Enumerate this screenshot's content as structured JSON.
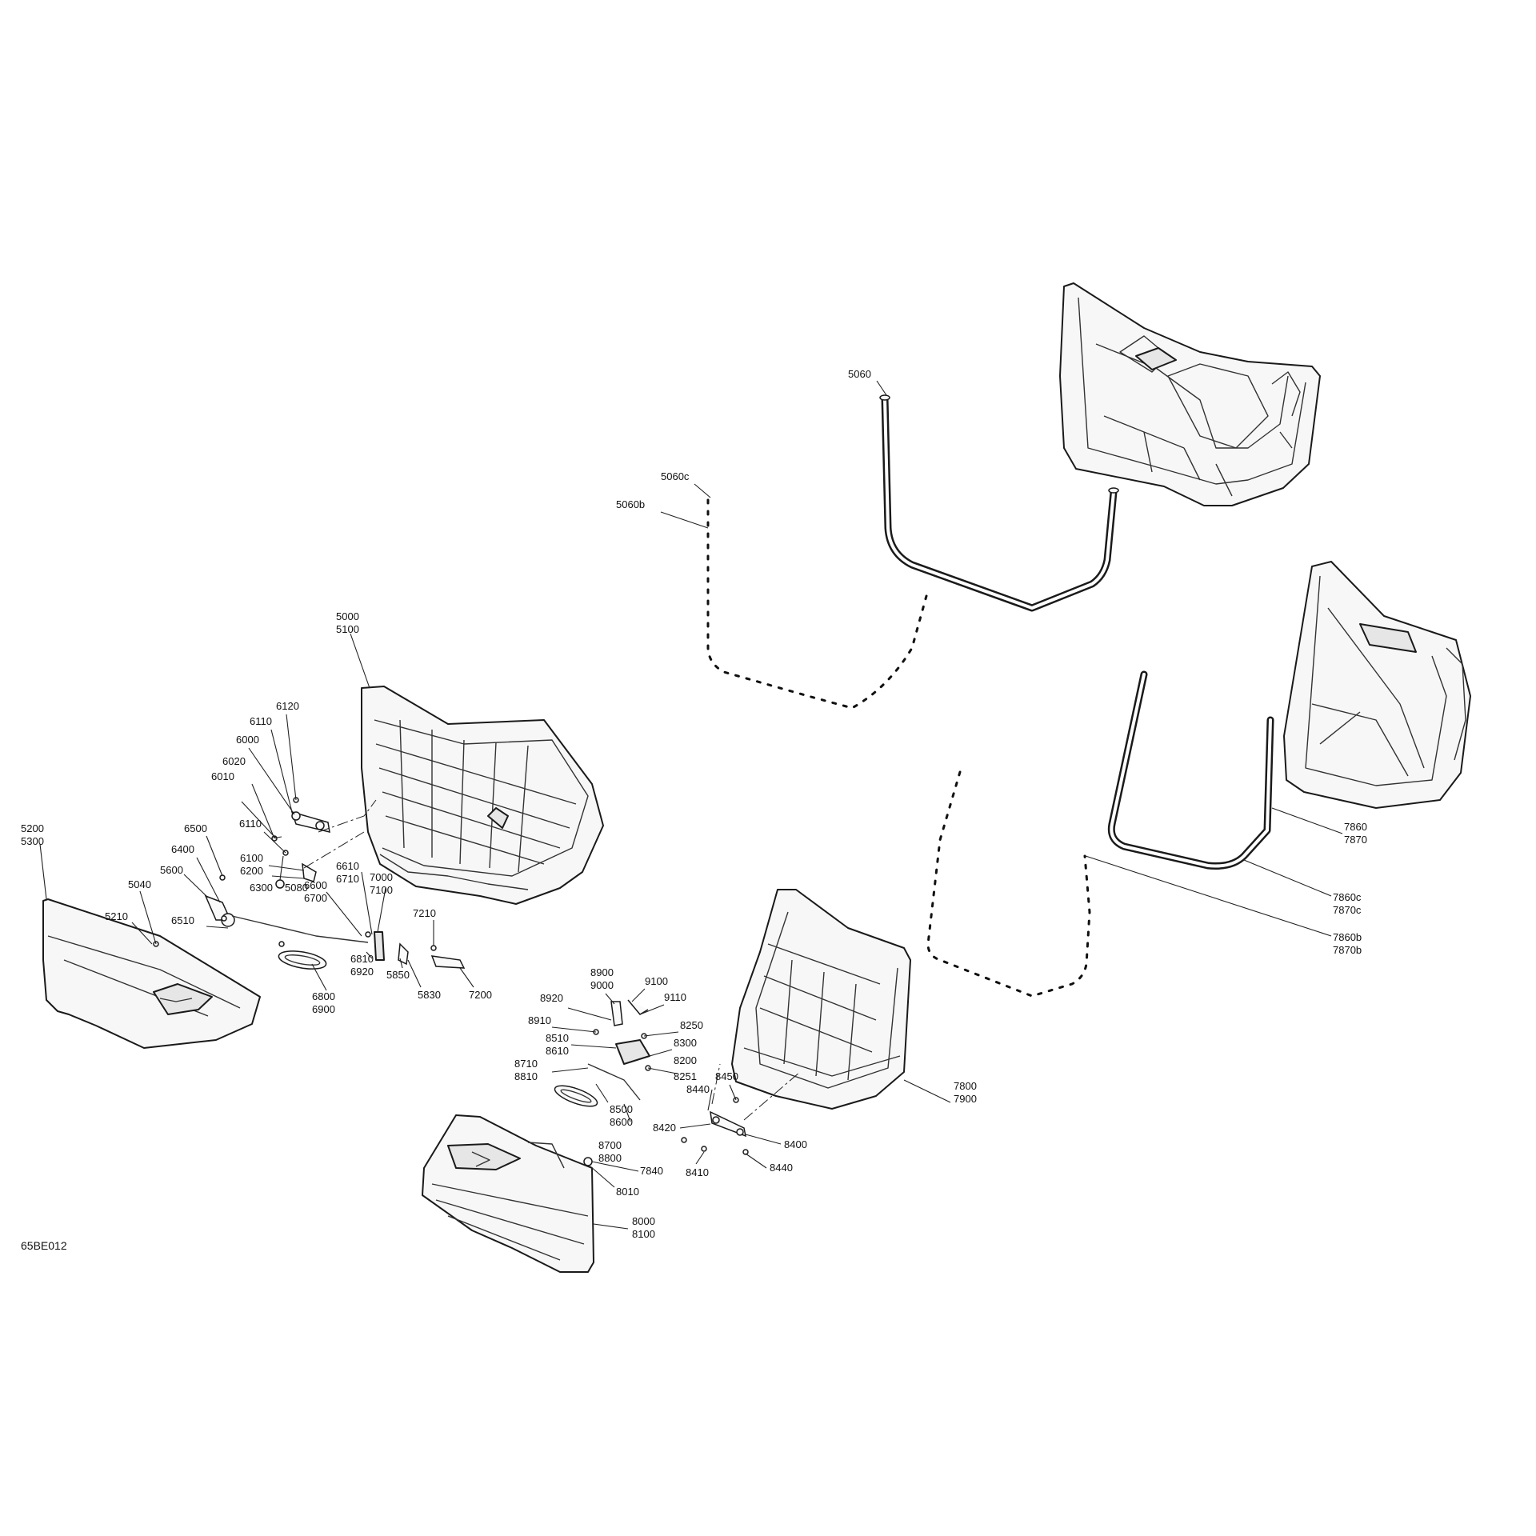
{
  "diagram_code": "65BE012",
  "callouts": {
    "c5060": "5060",
    "c5060c": "5060c",
    "c5060b": "5060b",
    "c5000": "5000",
    "c5100": "5100",
    "c6120": "6120",
    "c6110a": "6110",
    "c6000": "6000",
    "c6020": "6020",
    "c6010": "6010",
    "c6110b": "6110",
    "c6100": "6100",
    "c6200": "6200",
    "c6300": "6300",
    "c5080": "5080",
    "c6500": "6500",
    "c6400": "6400",
    "c5600": "5600",
    "c5200": "5200",
    "c5300": "5300",
    "c5040": "5040",
    "c5210": "5210",
    "c6510": "6510",
    "c6610": "6610",
    "c6710": "6710",
    "c6600": "6600",
    "c6700": "6700",
    "c7000": "7000",
    "c7100": "7100",
    "c7210": "7210",
    "c6810": "6810",
    "c6920": "6920",
    "c5850": "5850",
    "c5830": "5830",
    "c7200": "7200",
    "c6800": "6800",
    "c6900": "6900",
    "c7860": "7860",
    "c7870": "7870",
    "c7860c": "7860c",
    "c7870c": "7870c",
    "c7860b": "7860b",
    "c7870b": "7870b",
    "c7800": "7800",
    "c7900": "7900",
    "c8900": "8900",
    "c9000": "9000",
    "c9100": "9100",
    "c8920": "8920",
    "c9110": "9110",
    "c8910": "8910",
    "c8250": "8250",
    "c8300": "8300",
    "c8510": "8510",
    "c8610": "8610",
    "c8200": "8200",
    "c8710": "8710",
    "c8810": "8810",
    "c8251": "8251",
    "c8450": "8450",
    "c8440a": "8440",
    "c8500": "8500",
    "c8600": "8600",
    "c8700": "8700",
    "c8800": "8800",
    "c8420": "8420",
    "c8400": "8400",
    "c8410": "8410",
    "c8440b": "8440",
    "c7840": "7840",
    "c8010": "8010",
    "c8000": "8000",
    "c8100": "8100"
  }
}
